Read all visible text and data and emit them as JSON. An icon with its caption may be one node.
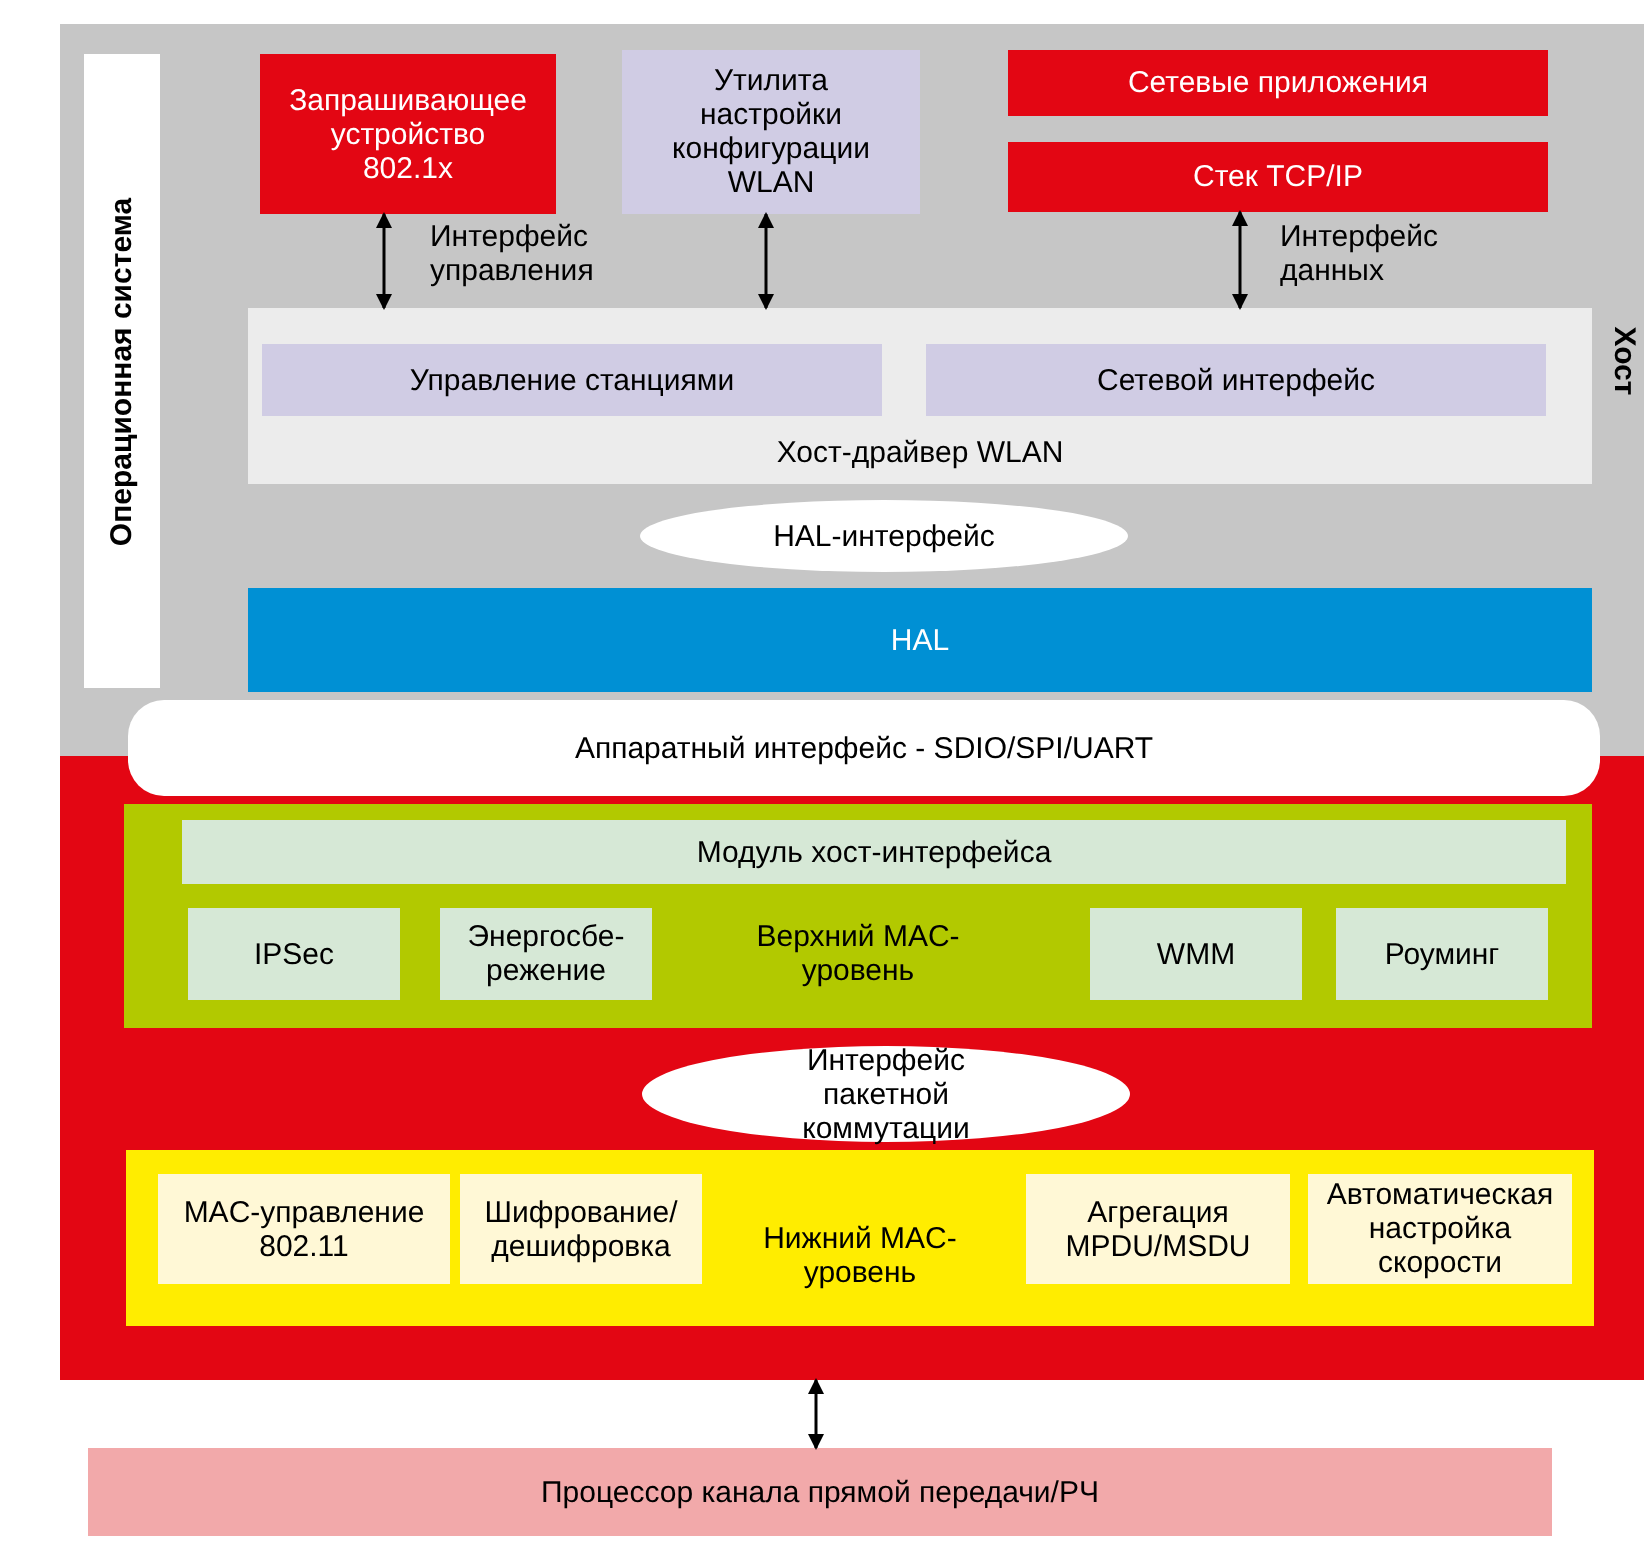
{
  "diagram": {
    "nodes": [
      {
        "text": [
          "Хост"
        ]
      },
      {
        "text": [
          "Операционная система"
        ],
        "in": 0
      },
      {
        "text": [
          "Запрашивающее устройство 802.1x"
        ],
        "in": 0
      },
      {
        "text": [
          "Утилита настройки конфигурации WLAN"
        ],
        "in": 0
      },
      {
        "text": [
          "Сетевые приложения"
        ],
        "in": 0
      },
      {
        "text": [
          "Стек TCP/IP"
        ],
        "in": 0
      },
      {
        "text": [
          "Хост-драйвер WLAN"
        ],
        "in": 0
      },
      {
        "text": [
          "Управление станциями"
        ],
        "in": 6
      },
      {
        "text": [
          "Сетевой интерфейс"
        ],
        "in": 6
      },
      {
        "text": [
          "HAL-интерфейс"
        ],
        "in": 0
      },
      {
        "text": [
          "HAL"
        ],
        "in": 0
      },
      {
        "text": [
          "Аппаратный интерфейс - SDIO/SPI/UART"
        ]
      },
      {
        "text": [],
        "shape": "box"
      },
      {
        "text": [
          "Верхний MAC-уровень"
        ],
        "in": 12
      },
      {
        "text": [
          "Модуль хост-интерфейса"
        ],
        "in": 13
      },
      {
        "text": [
          "IPSec"
        ],
        "in": 13
      },
      {
        "text": [
          "Энергосбе- режение"
        ],
        "in": 13
      },
      {
        "text": [
          "WMM"
        ],
        "in": 13
      },
      {
        "text": [
          "Роуминг"
        ],
        "in": 13
      },
      {
        "text": [
          "Интерфейс пакетной коммутации"
        ],
        "in": 12
      },
      {
        "text": [
          "Нижний MAC-уровень"
        ],
        "in": 12
      },
      {
        "text": [
          "MAC-управление 802.11"
        ],
        "in": 20
      },
      {
        "text": [
          "Шифрование/ дешифровка"
        ],
        "in": 20
      },
      {
        "text": [
          "Агрегация MPDU/MSDU"
        ],
        "in": 20
      },
      {
        "text": [
          "Автоматическая настройка скорости"
        ],
        "in": 20
      },
      {
        "text": [
          "Процессор канала прямой передачи/РЧ"
        ]
      }
    ],
    "edges": [
      {
        "from": 2,
        "to": 6,
        "arrow": "both",
        "label": "Интерфейс управления"
      },
      {
        "from": 3,
        "to": 6,
        "arrow": "both"
      },
      {
        "from": 5,
        "to": 6,
        "arrow": "both",
        "label": "Интерфейс данных"
      },
      {
        "from": 12,
        "to": 25,
        "arrow": "both"
      }
    ]
  }
}
